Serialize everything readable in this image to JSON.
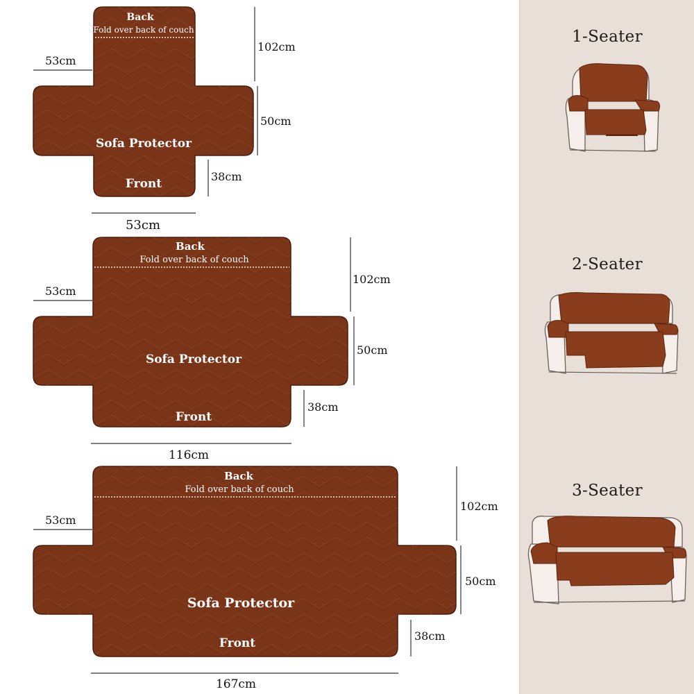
{
  "colors": {
    "fabric": "#7a3418",
    "fabric_edge": "#4a1d0c",
    "panel_bg": "#e7dfd8",
    "dim_line": "#333333"
  },
  "diagrams": [
    {
      "back_label": "Back",
      "fold_label": "Fold over back of couch",
      "center_label": "Sofa Protector",
      "front_label": "Front",
      "dim_back_height": "102cm",
      "dim_arm_width": "53cm",
      "dim_arm_height": "50cm",
      "dim_front_height": "38cm",
      "dim_seat_width": "53cm"
    },
    {
      "back_label": "Back",
      "fold_label": "Fold over back of couch",
      "center_label": "Sofa Protector",
      "front_label": "Front",
      "dim_back_height": "102cm",
      "dim_arm_width": "53cm",
      "dim_arm_height": "50cm",
      "dim_front_height": "38cm",
      "dim_seat_width": "116cm"
    },
    {
      "back_label": "Back",
      "fold_label": "Fold over back of couch",
      "center_label": "Sofa Protector",
      "front_label": "Front",
      "dim_back_height": "102cm",
      "dim_arm_width": "53cm",
      "dim_arm_height": "50cm",
      "dim_front_height": "38cm",
      "dim_seat_width": "167cm"
    }
  ],
  "seaters": [
    {
      "title": "1-Seater",
      "icon": "armchair-icon"
    },
    {
      "title": "2-Seater",
      "icon": "loveseat-icon"
    },
    {
      "title": "3-Seater",
      "icon": "sofa-icon"
    }
  ]
}
